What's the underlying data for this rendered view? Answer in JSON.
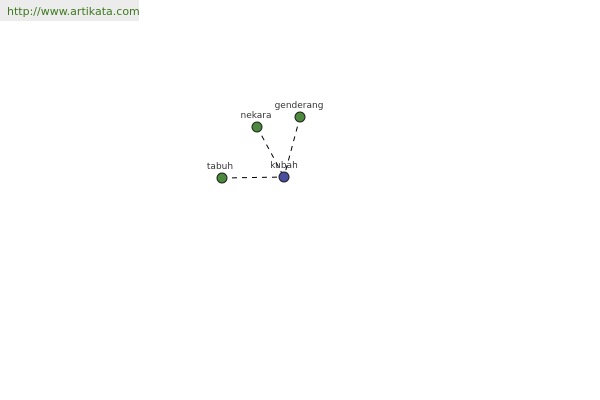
{
  "header": {
    "url": "http://www.artikata.com"
  },
  "colors": {
    "center_node": "#4a4ea0",
    "related_node": "#4b8a3c",
    "url_text": "#3f7a1e"
  },
  "graph": {
    "center": {
      "id": "kubah",
      "label": "kubah"
    },
    "related": [
      {
        "id": "tabuh",
        "label": "tabuh"
      },
      {
        "id": "nekara",
        "label": "nekara"
      },
      {
        "id": "genderang",
        "label": "genderang"
      }
    ]
  }
}
